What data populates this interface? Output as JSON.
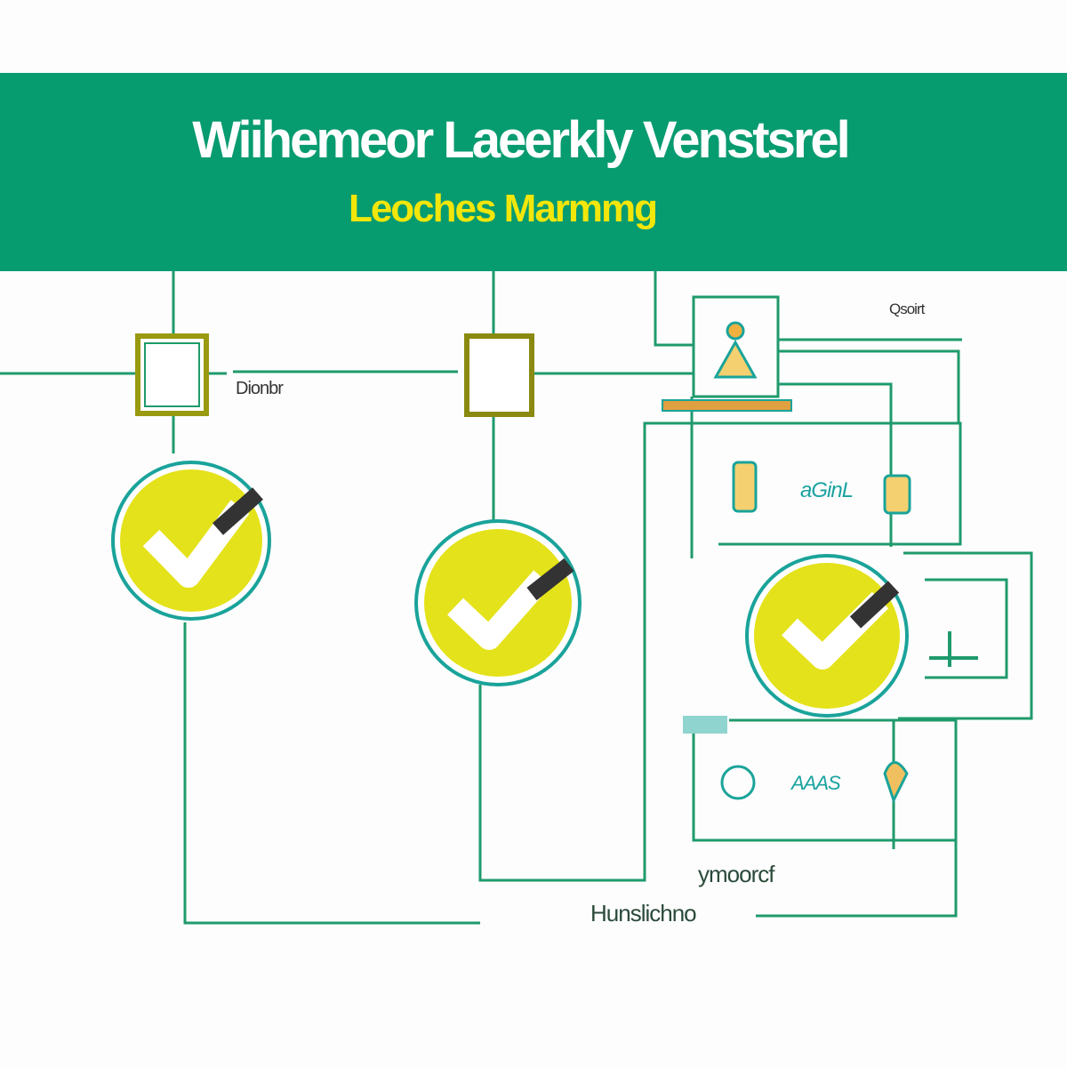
{
  "header": {
    "title": "Wiihemeor Laeerkly Venstsrel",
    "subtitle": "Leoches Marmmg"
  },
  "labels": {
    "left_node": "Dionbr",
    "top_right": "Qsoirt",
    "right_middle": "aGinL",
    "right_lower": "AAAS",
    "bottom_1": "ymoorcf",
    "bottom_2": "Hunslichno"
  },
  "colors": {
    "header_bg": "#079b70",
    "title": "#ffffff",
    "subtitle": "#f2e60a",
    "line": "#1f9a6c",
    "check_fill": "#e4e21a",
    "node_border": "#9a9a10"
  }
}
